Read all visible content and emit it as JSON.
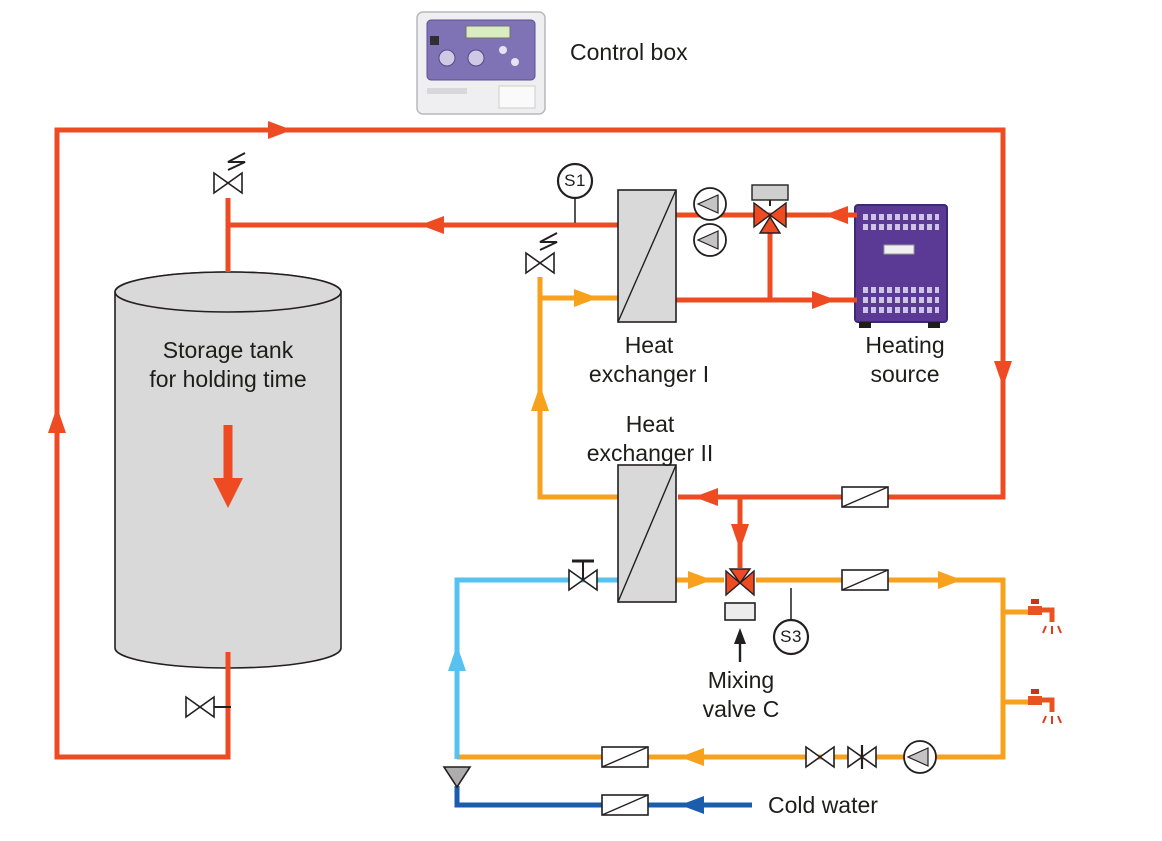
{
  "diagram_title": "Hot water system piping schematic",
  "labels": {
    "control_box": "Control box",
    "storage_tank_line1": "Storage tank",
    "storage_tank_line2": "for holding time",
    "heat_exchanger_1_line1": "Heat",
    "heat_exchanger_1_line2": "exchanger I",
    "heat_exchanger_2_line1": "Heat",
    "heat_exchanger_2_line2": "exchanger II",
    "heating_source_line1": "Heating",
    "heating_source_line2": "source",
    "mixing_valve_line1": "Mixing",
    "mixing_valve_line2": "valve C",
    "cold_water": "Cold water",
    "sensor_s1": "S1",
    "sensor_s3": "S3"
  },
  "colors": {
    "hot_pipe": "#ee4b23",
    "warm_pipe": "#f7a11d",
    "cold_soft_pipe": "#56c2ef",
    "cold_main_pipe": "#1a5dad",
    "tank_fill": "#d9d9d9",
    "heating_source_fill": "#5b3a96",
    "outline": "#231f20"
  },
  "components": {
    "sensors": [
      "S1",
      "S3"
    ],
    "heat_exchangers": [
      "Heat exchanger I",
      "Heat exchanger II"
    ],
    "valves": [
      "motor valve (tank top)",
      "motor valve (exchanger feed)",
      "three-way valve (heating source)",
      "mixing valve C",
      "shut-off valve",
      "non-return valve",
      "drain valve",
      "tap valve",
      "pressure reducer"
    ],
    "pumps": 3,
    "check_valves": 4,
    "taps": 2
  }
}
